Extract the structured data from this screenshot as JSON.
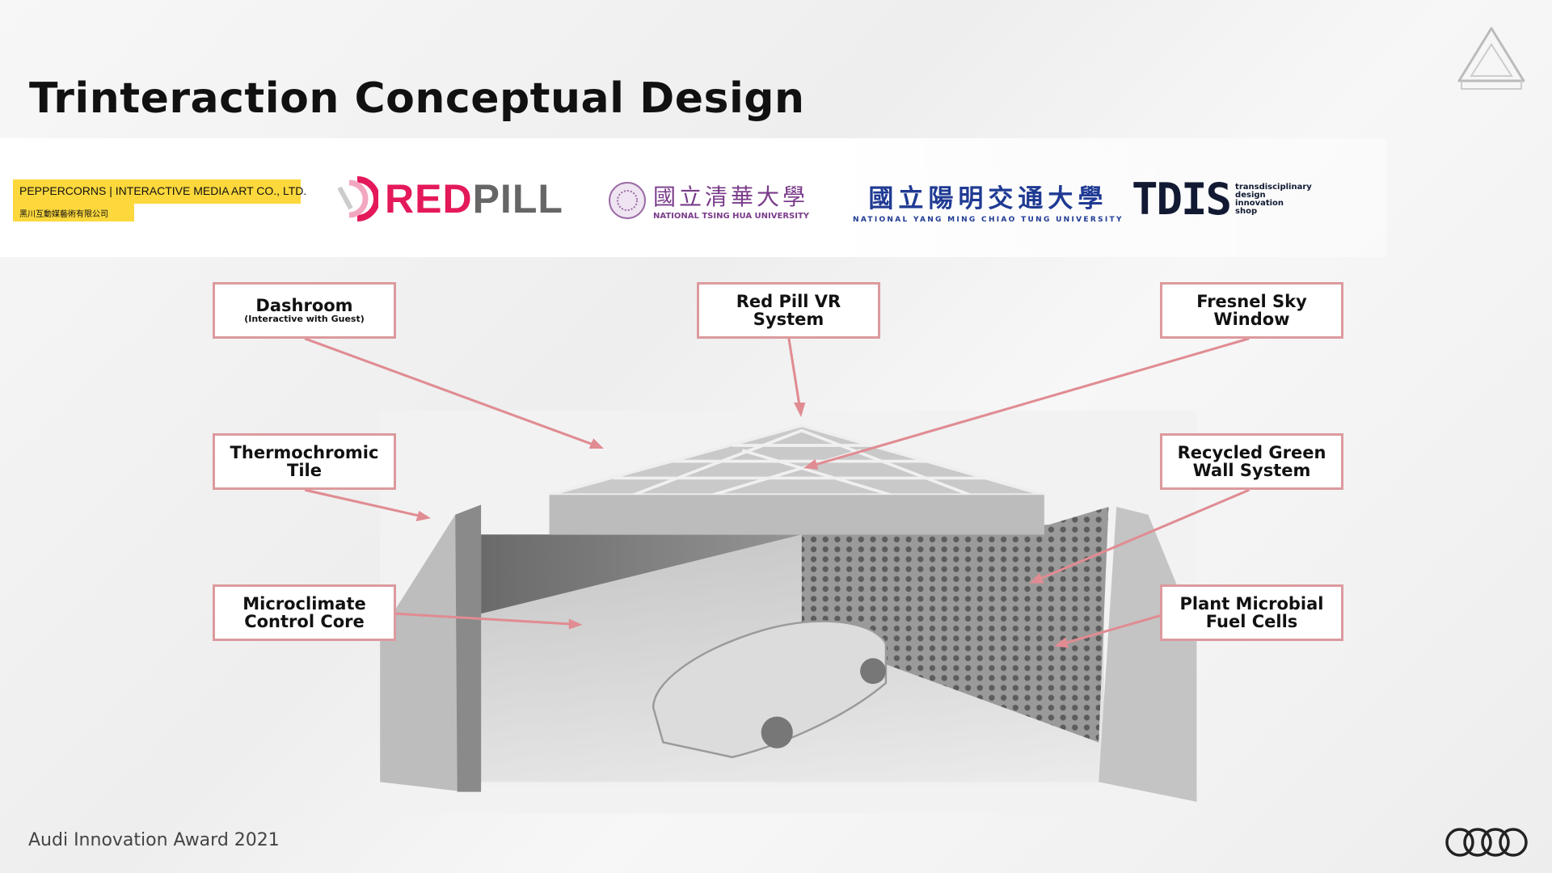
{
  "title": "Trinteraction Conceptual Design",
  "logos": {
    "peppercorns_line1": "PEPPERCORNS | INTERACTIVE MEDIA ART CO., LTD.",
    "peppercorns_line2": "黑川互動媒藝術有限公司",
    "redpill_red": "RED",
    "redpill_gray": "PILL",
    "nthu_zh": "國立清華大學",
    "nthu_en": "NATIONAL TSING HUA UNIVERSITY",
    "nycu_zh": "國立陽明交通大學",
    "nycu_en": "NATIONAL YANG MING CHIAO TUNG UNIVERSITY",
    "tdis_mark": "TDIS",
    "tdis_words": [
      "transdisciplinary",
      "design",
      "innovation",
      "shop"
    ]
  },
  "labels": {
    "dashroom": "Dashroom",
    "dashroom_sub": "(Interactive with Guest)",
    "redpill_vr": "Red Pill VR System",
    "fresnel": "Fresnel Sky Window",
    "thermo": "Thermochromic Tile",
    "recycled": "Recycled Green Wall System",
    "micro": "Microclimate Control Core",
    "plant": "Plant Microbial Fuel Cells"
  },
  "footer": "Audi Innovation Award 2021",
  "colors": {
    "label_border": "#dc9a9e",
    "arrow": "#e08c92",
    "pep_yellow": "#fcd83c",
    "redpill_red": "#e4195a",
    "nycu_blue": "#1f3a93"
  }
}
